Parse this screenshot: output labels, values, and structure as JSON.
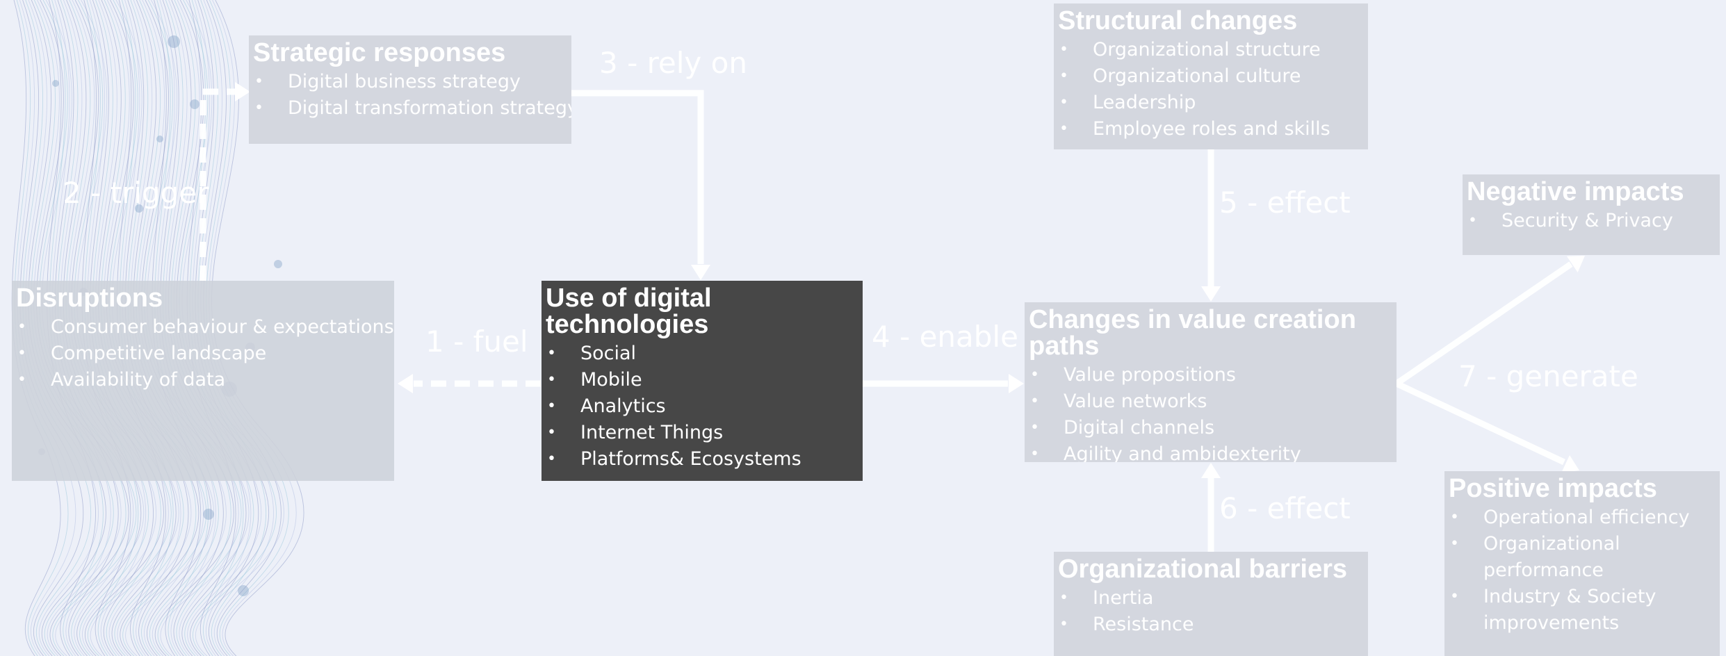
{
  "colors": {
    "background": "#edf0f8",
    "box_fill": "#d4d7df",
    "central_box_fill": "#474747",
    "text": "#ffffff",
    "arrow": "#ffffff"
  },
  "boxes": {
    "strategic_responses": {
      "title": "Strategic responses",
      "items": [
        "Digital business strategy",
        "Digital transformation strategy"
      ]
    },
    "disruptions": {
      "title": "Disruptions",
      "items": [
        "Consumer behaviour & expectations",
        "Competitive landscape",
        "Availability of data"
      ]
    },
    "use_of_digital_technologies": {
      "title_line1": "Use of digital",
      "title_line2": "technologies",
      "items": [
        "Social",
        "Mobile",
        "Analytics",
        "Internet Things",
        "Platforms& Ecosystems"
      ]
    },
    "structural_changes": {
      "title": "Structural changes",
      "items": [
        "Organizational structure",
        "Organizational culture",
        "Leadership",
        "Employee roles and skills"
      ]
    },
    "changes_in_value_creation_paths": {
      "title_line1": "Changes in value creation",
      "title_line2": "paths",
      "items": [
        "Value propositions",
        "Value networks",
        "Digital channels",
        "Agility and ambidexterity"
      ]
    },
    "organizational_barriers": {
      "title": "Organizational barriers",
      "items": [
        "Inertia",
        "Resistance"
      ]
    },
    "negative_impacts": {
      "title": "Negative impacts",
      "items": [
        "Security & Privacy"
      ]
    },
    "positive_impacts": {
      "title": "Positive impacts",
      "items": [
        "Operational efficiency",
        "Organizational performance",
        "Industry & Society improvements"
      ]
    }
  },
  "edge_labels": {
    "fuel": "1 - fuel",
    "trigger": "2 - trigger",
    "rely_on": "3 - rely on",
    "enable": "4 - enable",
    "effect_structural": "5 - effect",
    "effect_barriers": "6 - effect",
    "generate": "7 - generate"
  },
  "bullet": "•"
}
